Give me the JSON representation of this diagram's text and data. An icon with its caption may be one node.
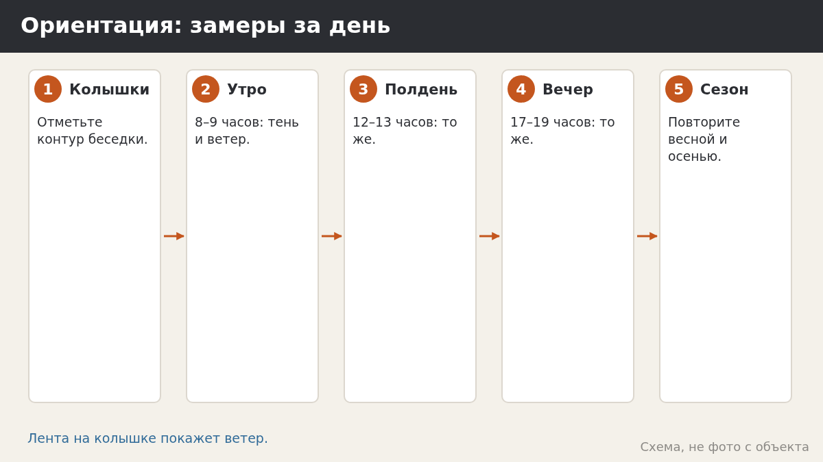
{
  "diagram": {
    "title": "Ориентация: замеры за день",
    "nodes": [
      {
        "text": [
          "Колышки",
          "Отметьте контур беседки."
        ]
      },
      {
        "text": [
          "1"
        ],
        "in": 0
      },
      {
        "text": [
          "Утро",
          "8–9 часов: тень и ветер."
        ]
      },
      {
        "text": [
          "2"
        ],
        "in": 2
      },
      {
        "text": [
          "Полдень",
          "12–13 часов: то же."
        ]
      },
      {
        "text": [
          "3"
        ],
        "in": 4
      },
      {
        "text": [
          "Вечер",
          "17–19 часов: то же."
        ]
      },
      {
        "text": [
          "4"
        ],
        "in": 6
      },
      {
        "text": [
          "Сезон",
          "Повторите весной и осенью."
        ]
      },
      {
        "text": [
          "5"
        ],
        "in": 8
      }
    ],
    "edges": [
      {
        "from": 0,
        "to": 2,
        "arrow": "to"
      },
      {
        "from": 2,
        "to": 4,
        "arrow": "to"
      },
      {
        "from": 4,
        "to": 6,
        "arrow": "to"
      },
      {
        "from": 6,
        "to": 8,
        "arrow": "to"
      }
    ],
    "labels": [
      "Лента на колышке покажет ветер.",
      "Схема, не фото с объекта"
    ]
  }
}
